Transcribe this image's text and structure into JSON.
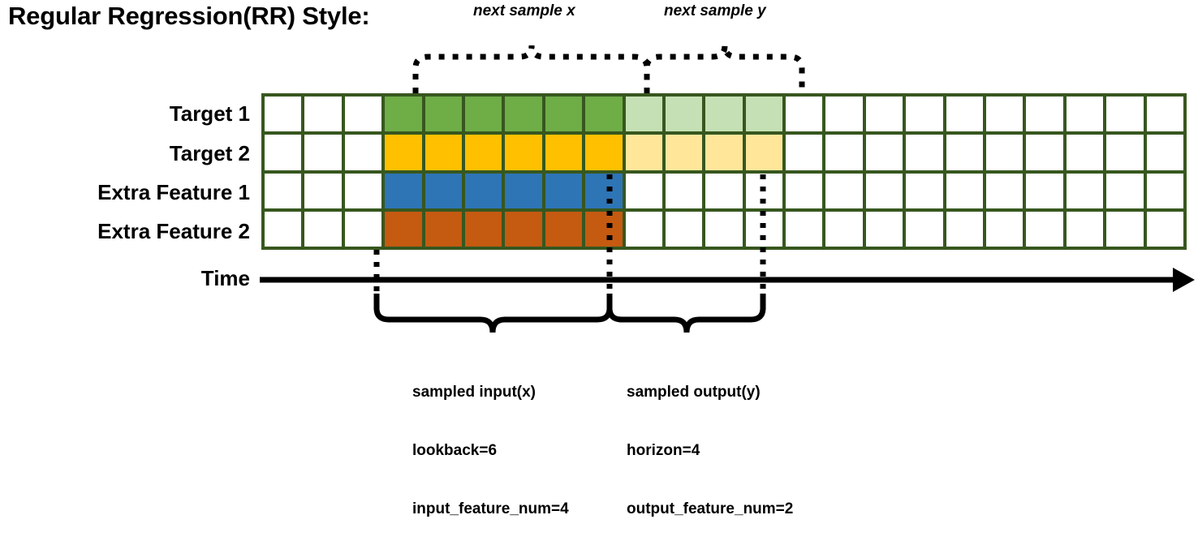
{
  "title": "Regular Regression(RR) Style:",
  "annotations": {
    "next_sample_x": "next sample x",
    "next_sample_y": "next sample y"
  },
  "rows": [
    {
      "label": "Target 1",
      "color": "#6fad47",
      "faded": "#c5e0b4"
    },
    {
      "label": "Target 2",
      "color": "#ffc000",
      "faded": "#ffe699"
    },
    {
      "label": "Extra Feature 1",
      "color": "#2e75b6",
      "faded": null
    },
    {
      "label": "Extra Feature 2",
      "color": "#c55a11",
      "faded": null
    }
  ],
  "axis": {
    "label": "Time"
  },
  "grid": {
    "columns": 23,
    "rows": 4,
    "border_color": "#37571f",
    "empty_color": "#ffffff",
    "input_start_col": 3,
    "input_len": 6,
    "output_start_col": 9,
    "output_len": 4
  },
  "input_block": {
    "line1": "sampled input(x)",
    "line2": "lookback=6",
    "line3": "input_feature_num=4"
  },
  "output_block": {
    "line1": "sampled output(y)",
    "line2": "horizon=4",
    "line3": "output_feature_num=2"
  },
  "colors": {
    "grid_green": "#37571f",
    "target1": "#6fad47",
    "target1_faded": "#c5e0b4",
    "target2": "#ffc000",
    "target2_faded": "#ffe699",
    "feature1": "#2e75b6",
    "feature2": "#c55a11",
    "line": "#000000"
  }
}
